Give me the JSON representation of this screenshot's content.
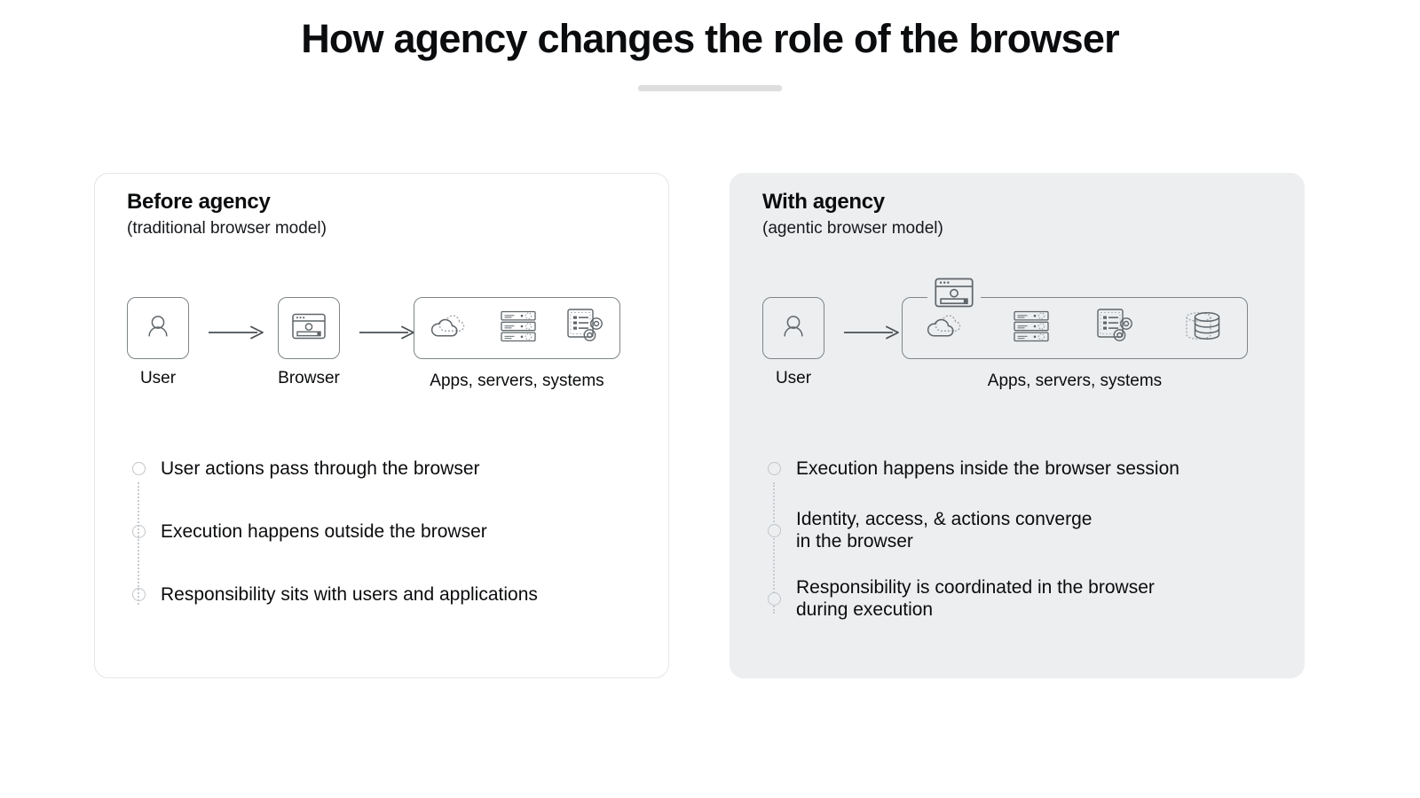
{
  "header": {
    "title": "How agency changes the role of the browser"
  },
  "panels": [
    {
      "id": "before-agency",
      "title": "Before agency",
      "subtitle": "(traditional browser model)",
      "variant": "light",
      "flow": {
        "nodes": [
          {
            "icon": "user-icon",
            "label": "User"
          },
          {
            "icon": "browser-icon",
            "label": "Browser"
          }
        ],
        "group": {
          "label": "Apps, servers, systems",
          "icons": [
            "cloud-icon",
            "server-rack-icon",
            "document-gears-icon"
          ]
        }
      },
      "bullets": [
        "User actions pass through the browser",
        "Execution happens outside the browser",
        "Responsibility sits with users and applications"
      ]
    },
    {
      "id": "with-agency",
      "title": "With agency",
      "subtitle": "(agentic browser model)",
      "variant": "gray",
      "flow": {
        "nodes": [
          {
            "icon": "user-icon",
            "label": "User"
          }
        ],
        "group": {
          "label": "Apps, servers, systems",
          "overlay_icon": "browser-icon",
          "icons": [
            "cloud-icon",
            "server-rack-icon",
            "document-gears-icon",
            "database-icon"
          ]
        }
      },
      "bullets": [
        "Execution happens inside the browser session",
        "Identity, access, & actions converge\nin the browser",
        "Responsibility is coordinated in the browser\nduring execution"
      ]
    }
  ],
  "colors": {
    "page_background": "#ffffff",
    "card_light_background": "#ffffff",
    "card_gray_background": "#eceef0",
    "card_border": "#e3e5e7",
    "title_text": "#0b0c0e",
    "title_rule": "#dcdee0",
    "icon_stroke": "#5f6569",
    "node_border": "#7e8488",
    "bullet_marker": "#c2c6ca",
    "connector": "#c8ccd0",
    "arrow": "#4a4f53"
  }
}
